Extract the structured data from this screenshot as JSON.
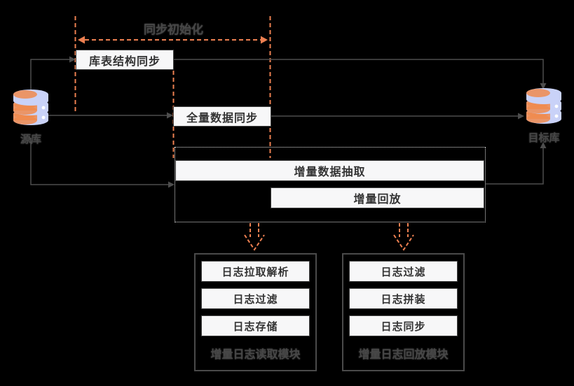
{
  "diagram_title": "同步初始化",
  "source_db": {
    "label": "源库"
  },
  "target_db": {
    "label": "目标库"
  },
  "steps": {
    "schema_sync": "库表结构同步",
    "full_sync": "全量数据同步",
    "incremental_extract": "增量数据抽取",
    "incremental_replay": "增量回放"
  },
  "modules": {
    "reader": {
      "title": "增量日志读取模块",
      "items": [
        "日志拉取解析",
        "日志过滤",
        "日志存储"
      ]
    },
    "replayer": {
      "title": "增量日志回放模块",
      "items": [
        "日志过滤",
        "日志拼装",
        "日志同步"
      ]
    }
  },
  "colors": {
    "background": "#000000",
    "accent_orange": "#ED8051",
    "line_gray": "#4D4D4D",
    "box_background": "#F7F7F8",
    "box_border": "#404040",
    "box_text": "#333333",
    "outside_label_text": "#474747",
    "db_body_blue": "#C9D2F8",
    "db_overlay_orange": "#F08B4F"
  }
}
